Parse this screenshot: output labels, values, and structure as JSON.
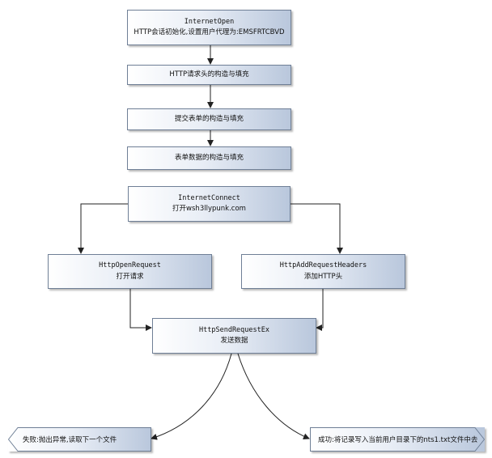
{
  "nodes": {
    "internet_open": {
      "title": "InternetOpen",
      "subtitle": "HTTP会话初始化,设置用户代理为:EMSFRTCBVD"
    },
    "http_header": {
      "label": "HTTP请求头的构造与填充"
    },
    "submit_form": {
      "label": "提交表单的构造与填充"
    },
    "form_data": {
      "label": "表单数据的构造与填充"
    },
    "internet_connect": {
      "title": "InternetConnect",
      "subtitle": "打开wsh3llypunk.com"
    },
    "http_open_request": {
      "title": "HttpOpenRequest",
      "subtitle": "打开请求"
    },
    "http_add_headers": {
      "title": "HttpAddRequestHeaders",
      "subtitle": "添加HTTP头"
    },
    "http_send": {
      "title": "HttpSendRequestEx",
      "subtitle": "发送数据"
    },
    "fail": {
      "label": "失败:抛出异常,读取下一个文件"
    },
    "success": {
      "label": "成功:将记录写入当前用户目录下的nts1.txt文件中去"
    }
  },
  "colors": {
    "border": "#6f7f96",
    "line": "#222222",
    "fill_light": "#ffffff",
    "fill_dark": "#b9c7dc"
  }
}
